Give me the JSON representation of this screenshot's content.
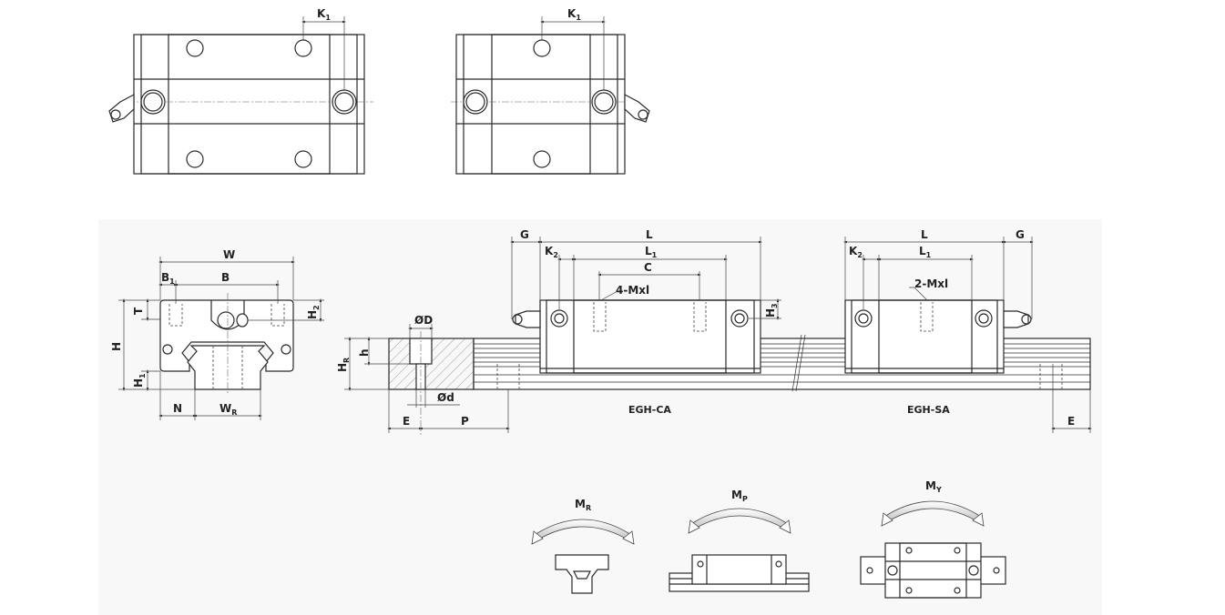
{
  "top_view_left": {
    "k1": {
      "main": "K",
      "sub": "1"
    }
  },
  "top_view_right": {
    "k1": {
      "main": "K",
      "sub": "1"
    }
  },
  "front_section": {
    "w": "W",
    "b1": {
      "main": "B",
      "sub": "1"
    },
    "b": "B",
    "t": "T",
    "h2": {
      "main": "H",
      "sub": "2"
    },
    "h": "H",
    "h1": {
      "main": "H",
      "sub": "1"
    },
    "n": "N",
    "wr": {
      "main": "W",
      "sub": "R"
    }
  },
  "rail_section": {
    "od": "ØD",
    "h": "h",
    "hr": {
      "main": "H",
      "sub": "R"
    },
    "od_small": "Ød",
    "e": "E",
    "p": "P"
  },
  "egh_ca": {
    "g": "G",
    "l": "L",
    "k2": {
      "main": "K",
      "sub": "2"
    },
    "l1": {
      "main": "L",
      "sub": "1"
    },
    "c": "C",
    "holes": "4-Mxl",
    "h3": {
      "main": "H",
      "sub": "3"
    },
    "label": "EGH-CA"
  },
  "egh_sa": {
    "g": "G",
    "l": "L",
    "k2": {
      "main": "K",
      "sub": "2"
    },
    "l1": {
      "main": "L",
      "sub": "1"
    },
    "holes": "2-Mxl",
    "e": "E",
    "label": "EGH-SA"
  },
  "moments": [
    {
      "main": "M",
      "sub": "R"
    },
    {
      "main": "M",
      "sub": "P"
    },
    {
      "main": "M",
      "sub": "Y"
    }
  ]
}
